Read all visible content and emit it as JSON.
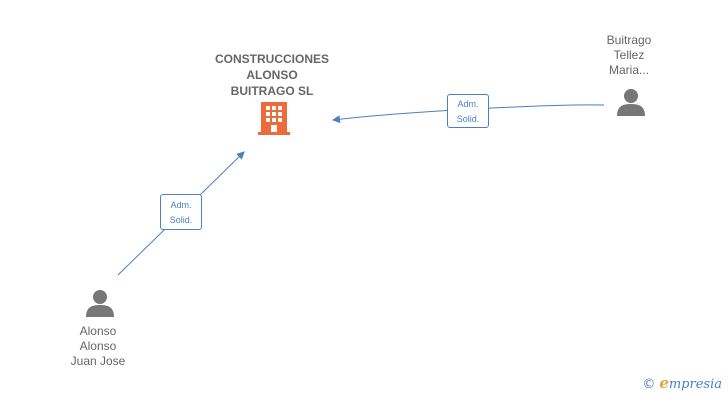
{
  "company": {
    "name_lines": [
      "CONSTRUCCIONES",
      "ALONSO",
      "BUITRAGO SL"
    ],
    "icon": "building-icon",
    "color": "#ef6a3a"
  },
  "people": [
    {
      "id": "buitrago",
      "name_lines": [
        "Buitrago",
        "Tellez",
        "Maria..."
      ],
      "icon": "person-icon"
    },
    {
      "id": "alonso",
      "name_lines": [
        "Alonso",
        "Alonso",
        "Juan Jose"
      ],
      "icon": "person-icon"
    }
  ],
  "relations": [
    {
      "from": "buitrago",
      "to": "company",
      "label_lines": [
        "Adm.",
        "Solid."
      ]
    },
    {
      "from": "alonso",
      "to": "company",
      "label_lines": [
        "Adm.",
        "Solid."
      ]
    }
  ],
  "colors": {
    "edge": "#4a7fc1",
    "person": "#777777",
    "text": "#666666"
  },
  "brand": {
    "copyright": "©",
    "initial": "e",
    "rest": "mpresia"
  }
}
